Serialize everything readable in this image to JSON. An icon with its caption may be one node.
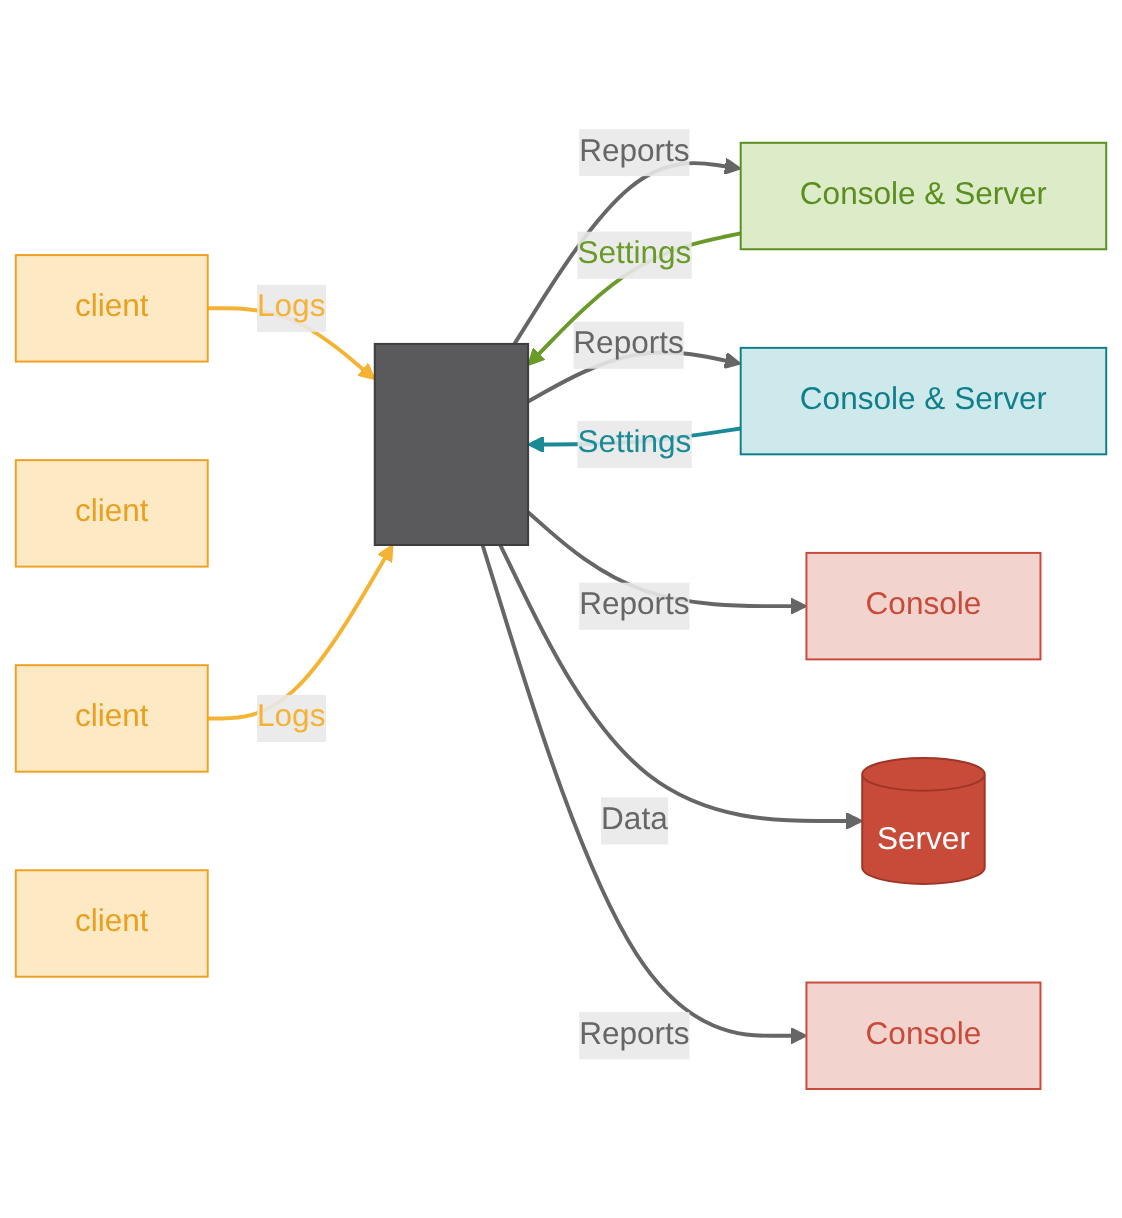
{
  "diagram": {
    "nodes": [
      {
        "text": [
          "Console"
        ]
      },
      {
        "text": [
          "client"
        ]
      },
      {
        "text": [
          "client"
        ]
      },
      {
        "text": [
          "Console & Server"
        ]
      },
      {
        "text": [
          "Console & Server"
        ]
      },
      {
        "text": [],
        "shape": "box"
      },
      {
        "text": [
          "Server"
        ]
      },
      {
        "text": [
          "Console"
        ]
      },
      {
        "text": [
          "client"
        ]
      },
      {
        "text": [
          "client"
        ]
      }
    ],
    "edges": [
      {
        "from": 5,
        "to": 3,
        "arrow": "to",
        "label": "Reports"
      },
      {
        "from": 3,
        "to": 5,
        "arrow": "to",
        "label": "Settings",
        "color": "#6a9a2a"
      },
      {
        "from": 5,
        "to": 4,
        "arrow": "to",
        "label": "Reports"
      },
      {
        "from": 4,
        "to": 5,
        "arrow": "to",
        "label": "Settings",
        "color": "#1a8a96"
      },
      {
        "from": 5,
        "to": 0,
        "arrow": "to",
        "label": "Reports"
      },
      {
        "from": 1,
        "to": 5,
        "arrow": "to",
        "label": "Logs",
        "color": "#f5b335"
      },
      {
        "from": 5,
        "to": 6,
        "arrow": "to",
        "label": "Data"
      },
      {
        "from": 5,
        "to": 7,
        "arrow": "to",
        "label": "Reports"
      },
      {
        "from": 8,
        "to": 5,
        "arrow": "to",
        "label": "Logs",
        "color": "#f5b335"
      }
    ]
  }
}
